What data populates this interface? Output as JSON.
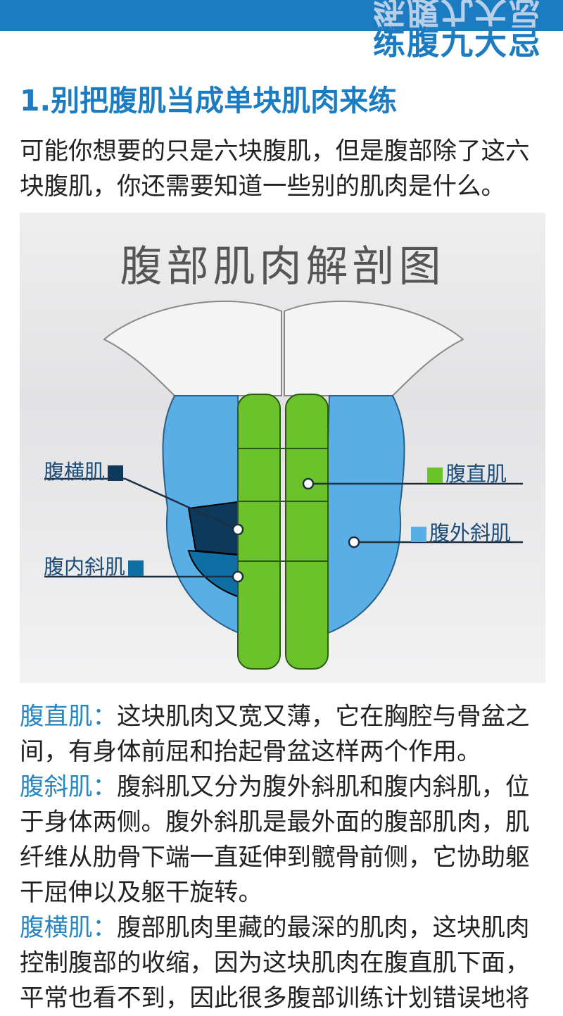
{
  "header": {
    "series_title": "练腹九大忌",
    "mirror_text": "练腹九大忌"
  },
  "section": {
    "heading": "1.别把腹肌当成单块肌肉来练",
    "intro": "可能你想要的只是六块腹肌，但是腹部除了这六块腹肌，你还需要知道一些别的肌肉是什么。"
  },
  "figure": {
    "title": "腹部肌肉解剖图",
    "labels": {
      "transversus": "腹横肌",
      "internal_oblique": "腹内斜肌",
      "rectus": "腹直肌",
      "external_oblique": "腹外斜肌"
    },
    "colors": {
      "rectus": "#6cc22a",
      "oblique": "#5aaee6",
      "transversus": "#0d3a5c",
      "internal": "#0f6fa5"
    }
  },
  "descriptions": [
    {
      "term": "腹直肌：",
      "text": "这块肌肉又宽又薄，它在胸腔与骨盆之间，有身体前屈和抬起骨盆这样两个作用。"
    },
    {
      "term": "腹斜肌：",
      "text": "腹斜肌又分为腹外斜肌和腹内斜肌，位于身体两侧。腹外斜肌是最外面的腹部肌肉，肌纤维从肋骨下端一直延伸到髋骨前侧，它协助躯干屈伸以及躯干旋转。"
    },
    {
      "term": "腹横肌：",
      "text": "腹部肌肉里藏的最深的肌肉，这块肌肉控制腹部的收缩，因为这块肌肉在腹直肌下面，平常也看不到，因此很多腹部训练计划错误地将"
    }
  ]
}
